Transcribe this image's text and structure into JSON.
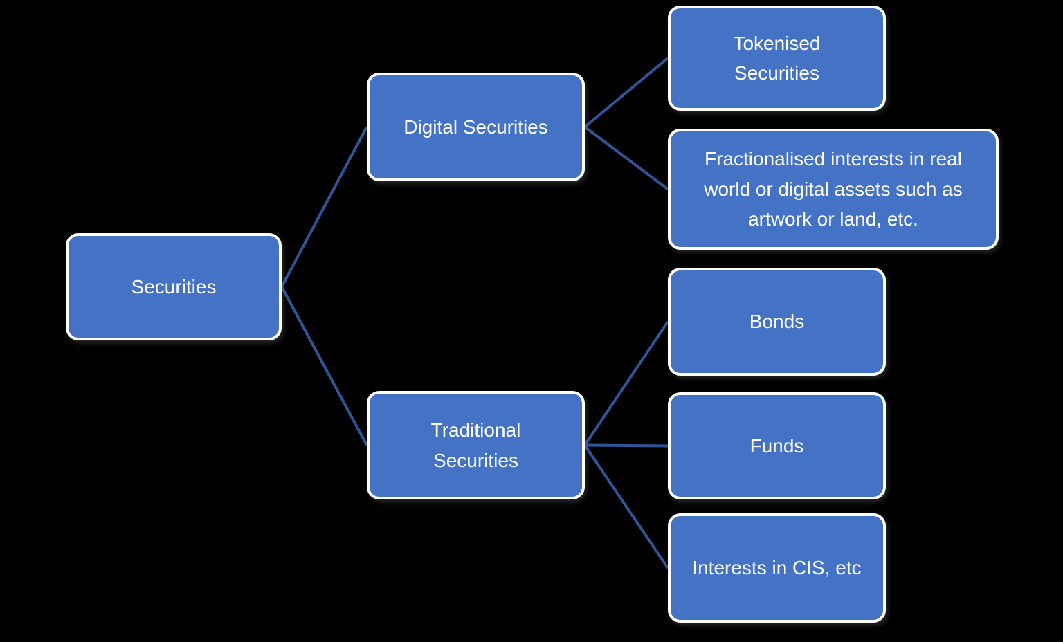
{
  "diagram_title": "Securities classification diagram",
  "colors": {
    "background": "#000000",
    "node_fill": "#4472C4",
    "node_border": "#FFFFFF",
    "node_text": "#FFFFFF",
    "connector": "#2F5597"
  },
  "nodes": {
    "securities": {
      "label": "Securities"
    },
    "digital": {
      "label": "Digital Securities"
    },
    "traditional": {
      "label": "Traditional Securities"
    },
    "tokenised": {
      "label": "Tokenised Securities"
    },
    "fractionalised": {
      "label": "Fractionalised interests in real world or digital assets such as artwork or land, etc."
    },
    "bonds": {
      "label": "Bonds"
    },
    "funds": {
      "label": "Funds"
    },
    "interests": {
      "label": "Interests in CIS, etc"
    }
  },
  "edges": [
    [
      "securities",
      "digital"
    ],
    [
      "securities",
      "traditional"
    ],
    [
      "digital",
      "tokenised"
    ],
    [
      "digital",
      "fractionalised"
    ],
    [
      "traditional",
      "bonds"
    ],
    [
      "traditional",
      "funds"
    ],
    [
      "traditional",
      "interests"
    ]
  ]
}
